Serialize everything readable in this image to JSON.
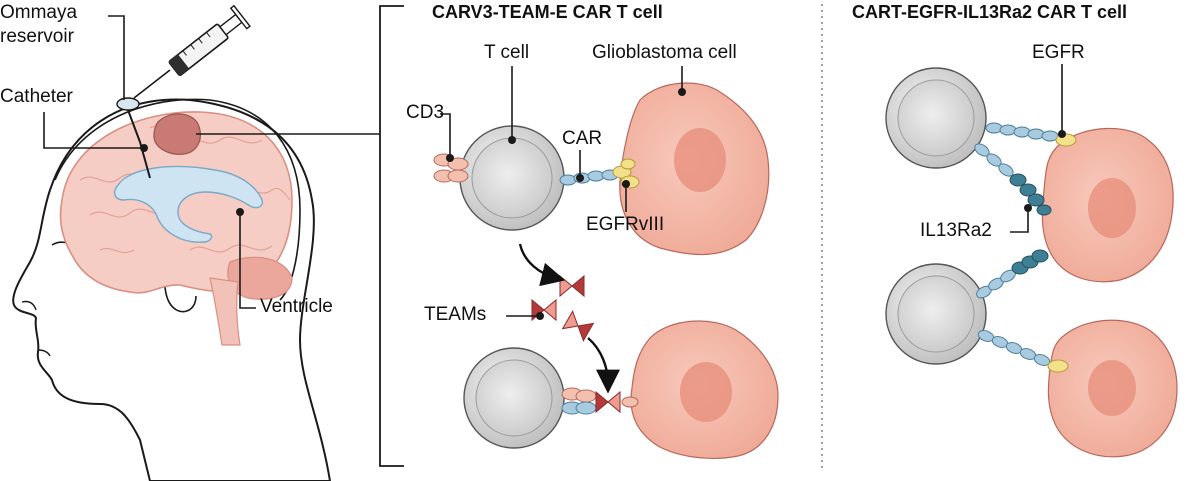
{
  "panels": {
    "carv3_title": "CARV3-TEAM-E CAR T cell",
    "cart_title": "CART-EGFR-IL13Ra2 CAR T cell"
  },
  "brain_labels": {
    "ommaya_line1": "Ommaya",
    "ommaya_line2": "reservoir",
    "catheter": "Catheter",
    "ventricle": "Ventricle"
  },
  "carv3_labels": {
    "t_cell": "T cell",
    "glioblastoma": "Glioblastoma cell",
    "cd3": "CD3",
    "car": "CAR",
    "egfrviii": "EGFRvIII",
    "teams": "TEAMs"
  },
  "cart_labels": {
    "egfr": "EGFR",
    "il13ra2": "IL13Ra2"
  },
  "colors": {
    "tcell_fill": "#dcdcdc",
    "tumor_fill": "#f3b8a8",
    "tumor_nucleus": "#e89a88",
    "car_chain": "#a9cbe0",
    "egfr_antigen": "#f2e08a",
    "il13_antigen": "#3f7f95",
    "team_dark": "#b23a3a",
    "team_light": "#ef9c90",
    "brain_fill": "#f6cdc5",
    "ventricle_fill": "#cfe4f2"
  }
}
